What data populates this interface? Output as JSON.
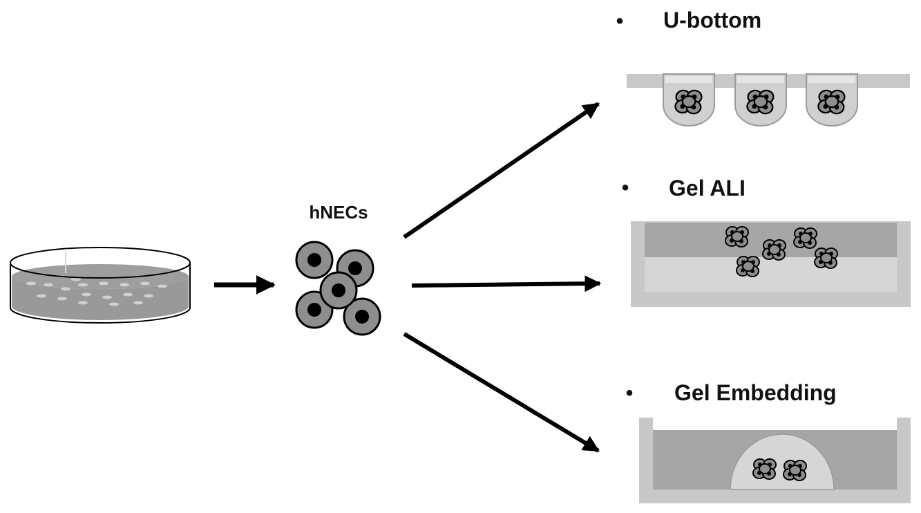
{
  "cells_label": "hNECs",
  "methods": [
    {
      "bullet": "•",
      "label": "U-bottom"
    },
    {
      "bullet": "•",
      "label": "Gel ALI"
    },
    {
      "bullet": "•",
      "label": "Gel Embedding"
    }
  ],
  "colors": {
    "cell_body": "#8e8e8e",
    "nucleus": "#000000",
    "plate": "#c8c8c8",
    "media": "#a8a8a8",
    "gel": "#d6d6d6"
  }
}
